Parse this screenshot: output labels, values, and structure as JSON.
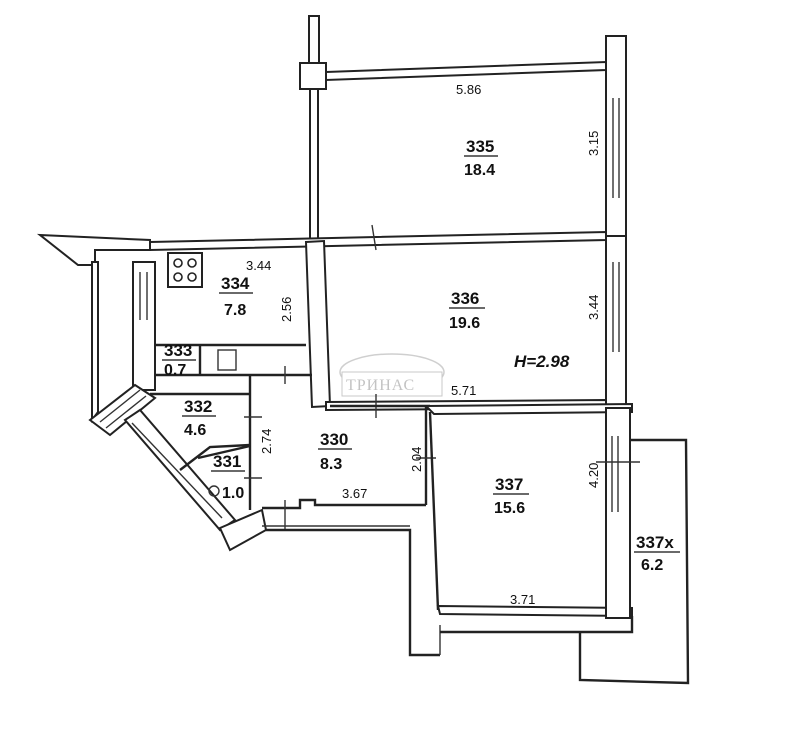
{
  "watermark": "ТРИНАС",
  "ceiling_height": "H=2.98",
  "rooms": [
    {
      "id": "335",
      "area": "18.4"
    },
    {
      "id": "336",
      "area": "19.6"
    },
    {
      "id": "334",
      "area": "7.8"
    },
    {
      "id": "333",
      "area": "0.7"
    },
    {
      "id": "332",
      "area": "4.6"
    },
    {
      "id": "331",
      "area": "1.0"
    },
    {
      "id": "330",
      "area": "8.3"
    },
    {
      "id": "337",
      "area": "15.6"
    },
    {
      "id": "337x",
      "area": "6.2"
    }
  ],
  "dimensions": [
    "5.86",
    "3.15",
    "3.44",
    "3.44",
    "2.56",
    "5.71",
    "2.74",
    "2.04",
    "3.67",
    "4.20",
    "3.71"
  ]
}
